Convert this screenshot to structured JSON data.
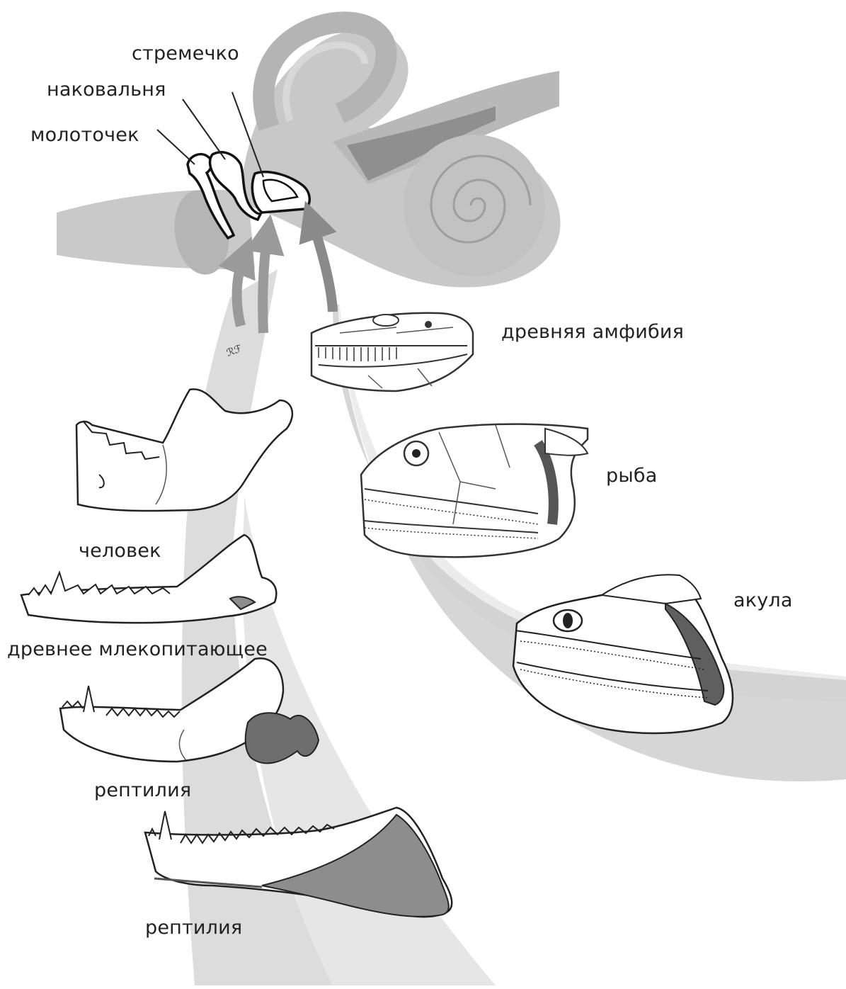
{
  "labels": {
    "stapes": "стремечко",
    "incus": "наковальня",
    "malleus": "молоточек",
    "ancient_amphibian": "древняя амфибия",
    "fish": "рыба",
    "human": "человек",
    "shark": "акула",
    "ancient_mammal": "древнее млекопитающее",
    "reptile_upper": "рептилия",
    "reptile_lower": "рептилия"
  },
  "colors": {
    "band": "#d9d9d9",
    "ear": "#c8c8c8",
    "ear_dark": "#a9a9a9",
    "arrow": "#9a9a9a",
    "outline": "#1a1a1a",
    "bone_dark": "#6e6e6e",
    "bone_mid": "#8d8d8d",
    "bone_light": "#ffffff"
  }
}
